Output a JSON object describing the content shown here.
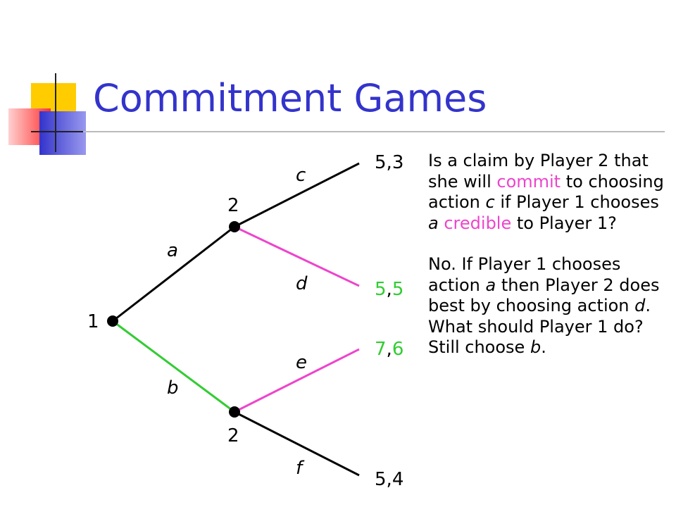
{
  "slide": {
    "title": "Commitment Games"
  },
  "tree": {
    "nodes": {
      "root_player": "1",
      "upper_player": "2",
      "lower_player": "2"
    },
    "actions": {
      "a": "a",
      "b": "b",
      "c": "c",
      "d": "d",
      "e": "e",
      "f": "f"
    },
    "payoffs": [
      {
        "p1": "5",
        "sep": ",",
        "p2": "3"
      },
      {
        "p1": "5",
        "sep": ",",
        "p2": "5"
      },
      {
        "p1": "7",
        "sep": ",",
        "p2": "6"
      },
      {
        "p1": "5",
        "sep": ",",
        "p2": "4"
      }
    ],
    "colors": {
      "black_branch": "#000000",
      "highlight_pink": "#ee44cc",
      "highlight_green": "#33cc33"
    }
  },
  "explanation": {
    "q1": "Is a claim by Player 2 that she will ",
    "q_commit": "commit",
    "q2": " to choosing action ",
    "q_c": "c",
    "q3": "  if Player 1 chooses ",
    "q_a": "a",
    "q4": " ",
    "q_credible": "credible",
    "q5": " to Player 1?",
    "a1": "No.  If Player 1 chooses action ",
    "a_a": "a",
    "a2": "  then Player 2 does best by choosing action ",
    "a_d": "d",
    "a3": ".",
    "b1": "What should Player 1 do?  Still choose ",
    "b_b": "b",
    "b2": "."
  }
}
